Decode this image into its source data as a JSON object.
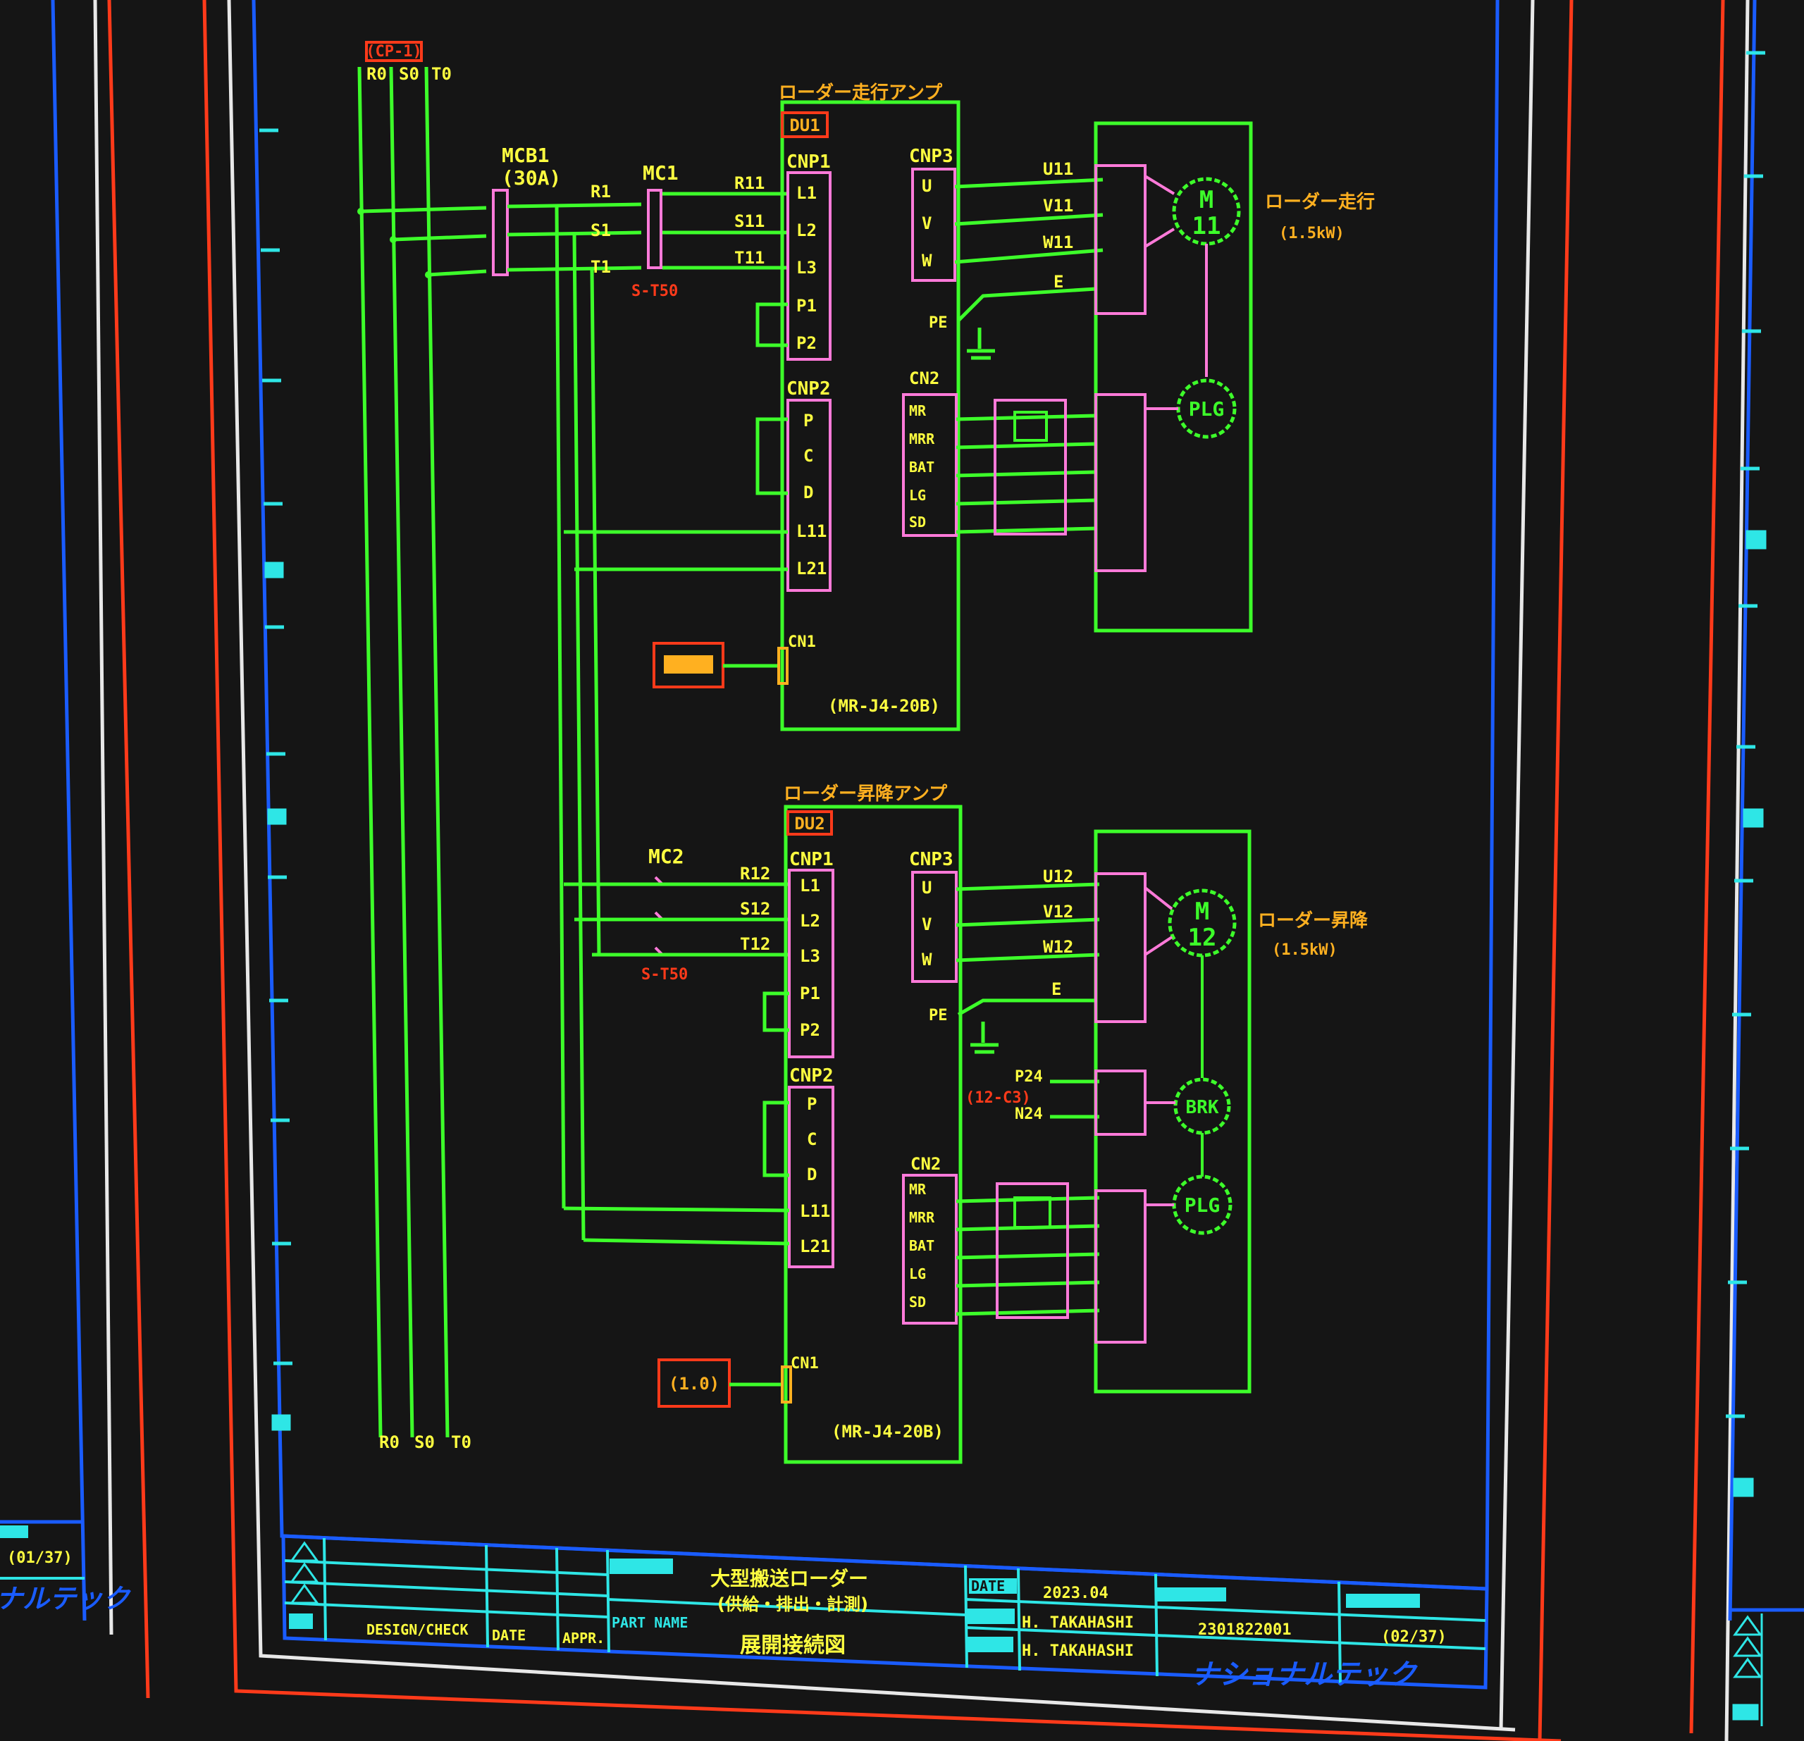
{
  "colors": {
    "background": "#151515",
    "sheet_border_red": "#ff3a1a",
    "sheet_border_blue": "#1a5cff",
    "sheet_border_white": "#e8e8e8",
    "wire_green": "#3dff2a",
    "device_pink": "#ff7ad9",
    "label_yellow": "#ffff40",
    "label_orange": "#ffb020",
    "title_cyan": "#2ee6e6"
  },
  "power_bus": {
    "source_tag": "(CP-1)",
    "top_labels": [
      "R0",
      "S0",
      "T0"
    ],
    "bottom_labels": [
      "R0",
      "S0",
      "T0"
    ]
  },
  "breaker": {
    "name": "MCB1",
    "rating": "(30A)"
  },
  "contactor1": {
    "name": "MC1",
    "model": "S-T50",
    "phase_labels": [
      "R1",
      "S1",
      "T1"
    ]
  },
  "contactor2": {
    "name": "MC2",
    "model": "S-T50"
  },
  "amp1": {
    "title": "ローダー走行アンプ",
    "tag": "DU1",
    "cn_input": "CNP1",
    "inputs": [
      "L1",
      "L2",
      "L3",
      "P1",
      "P2"
    ],
    "input_wires": [
      "R11",
      "S11",
      "T11"
    ],
    "cn_regen": "CNP2",
    "regen_terms": [
      "P",
      "C",
      "D"
    ],
    "control_terms": [
      "L11",
      "L21"
    ],
    "cn_out": "CNP3",
    "out_terms": [
      "U",
      "V",
      "W"
    ],
    "out_wires": [
      "U11",
      "V11",
      "W11"
    ],
    "pe": "PE",
    "earth_wire": "E",
    "cn_enc": "CN2",
    "enc_terms": [
      "MR",
      "MRR",
      "BAT",
      "LG",
      "SD"
    ],
    "cn_ctrl": "CN1",
    "ctrl_box": "",
    "model": "(MR-J4-20B)"
  },
  "motor1": {
    "symbol": "M",
    "number": "11",
    "encoder": "PLG",
    "desc": "ローダー走行",
    "ref": "(1.5kW)"
  },
  "amp2": {
    "title": "ローダー昇降アンプ",
    "tag": "DU2",
    "cn_input": "CNP1",
    "inputs": [
      "L1",
      "L2",
      "L3",
      "P1",
      "P2"
    ],
    "input_wires": [
      "R12",
      "S12",
      "T12"
    ],
    "cn_regen": "CNP2",
    "regen_terms": [
      "P",
      "C",
      "D"
    ],
    "control_terms": [
      "L11",
      "L21"
    ],
    "cn_out": "CNP3",
    "out_terms": [
      "U",
      "V",
      "W"
    ],
    "out_wires": [
      "U12",
      "V12",
      "W12"
    ],
    "pe": "PE",
    "earth_wire": "E",
    "brake_wires": [
      "P24",
      "N24"
    ],
    "brake_ref": "(12-C3)",
    "cn_enc": "CN2",
    "enc_terms": [
      "MR",
      "MRR",
      "BAT",
      "LG",
      "SD"
    ],
    "cn_ctrl": "CN1",
    "ctrl_box": "(1.0)",
    "model": "(MR-J4-20B)"
  },
  "motor2": {
    "symbol": "M",
    "number": "12",
    "brake": "BRK",
    "encoder": "PLG",
    "desc": "ローダー昇降",
    "ref": "(1.5kW)"
  },
  "title_block": {
    "project_l1": "大型搬送ローダー",
    "project_l2": "(供給・排出・計測)",
    "part_name_label": "PART NAME",
    "drawing_title": "展開接続図",
    "date_label": "DATE",
    "date_value": "2023.04",
    "designer": "H. TAKAHASHI",
    "checker": "H. TAKAHASHI",
    "drawing_no": "2301822001",
    "sheet": "(02/37)",
    "rev_header": "DESIGN/CHECK",
    "rev_date": "DATE",
    "rev_appr": "APPR.",
    "company": "ナショナルテック"
  },
  "left_sheet": {
    "sheet": "(01/37)",
    "company": "ナショナルテック"
  }
}
